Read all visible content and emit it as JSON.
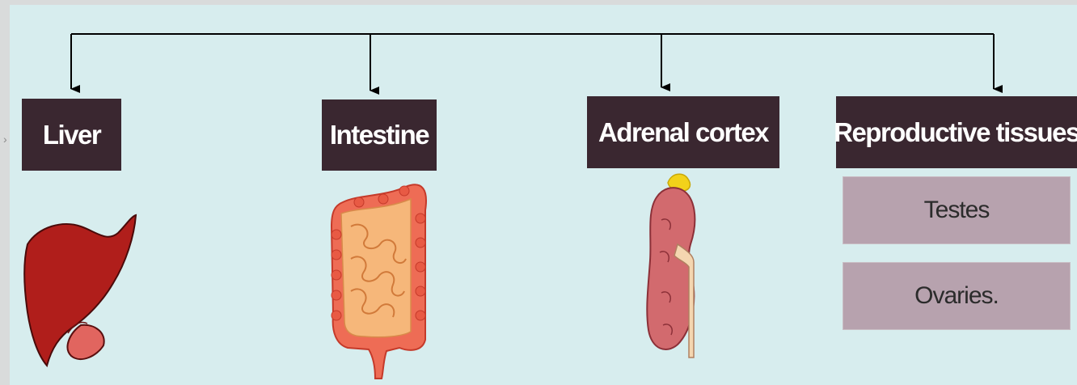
{
  "organs": [
    {
      "label": "Liver",
      "icon": "liver-icon"
    },
    {
      "label": "Intestine",
      "icon": "intestine-icon"
    },
    {
      "label": "Adrenal cortex",
      "icon": "kidney-adrenal-icon"
    },
    {
      "label": "Reproductive tissues"
    }
  ],
  "reproductive": {
    "items": [
      "Testes",
      "Ovaries."
    ]
  },
  "colors": {
    "background": "#d7edee",
    "label_box": "#3a2730",
    "sub_box": "#b7a2ae",
    "connector": "#000000"
  }
}
